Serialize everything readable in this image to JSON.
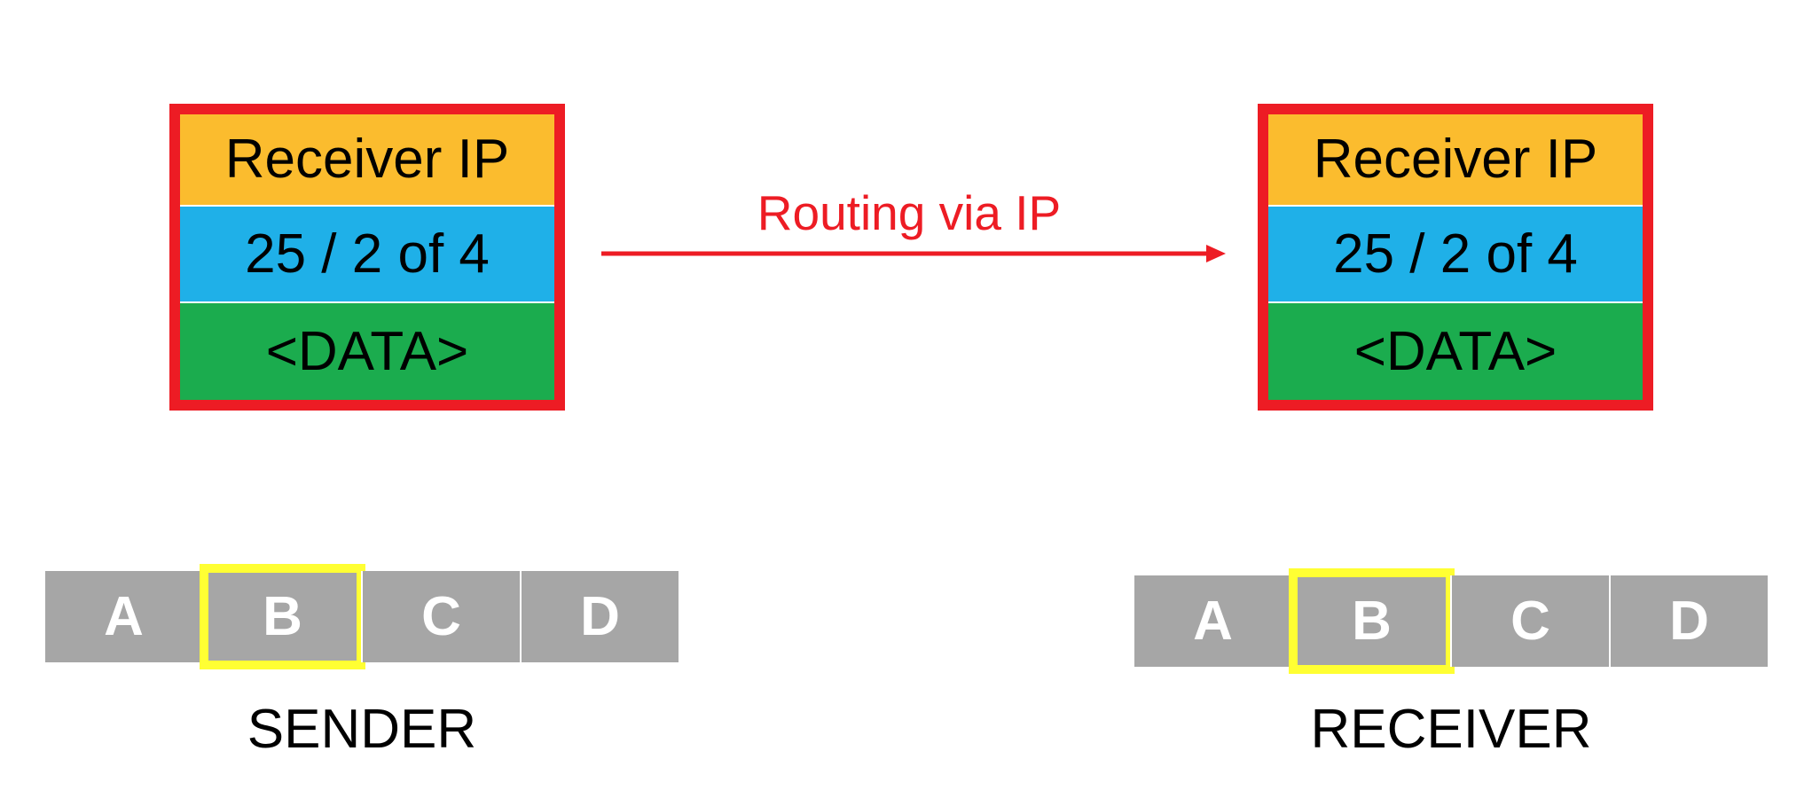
{
  "colors": {
    "packet_border": "#ED1C24",
    "header_fill": "#FBBC2E",
    "meta_fill": "#1FB0E8",
    "payload_fill": "#1BAC4E",
    "segment_fill": "#A6A6A6",
    "highlight_border": "#FFFF33",
    "arrow": "#ED1C24"
  },
  "packets": [
    {
      "header": "Receiver IP",
      "meta": "25 / 2 of 4",
      "payload": "<DATA>"
    },
    {
      "header": "Receiver IP",
      "meta": "25 / 2 of 4",
      "payload": "<DATA>"
    }
  ],
  "route": {
    "label": "Routing via IP"
  },
  "sender": {
    "segments": [
      "A",
      "B",
      "C",
      "D"
    ],
    "highlighted_segment": "B",
    "label": "SENDER"
  },
  "receiver": {
    "segments": [
      "A",
      "B",
      "C",
      "D"
    ],
    "highlighted_segment": "B",
    "label": "RECEIVER"
  }
}
